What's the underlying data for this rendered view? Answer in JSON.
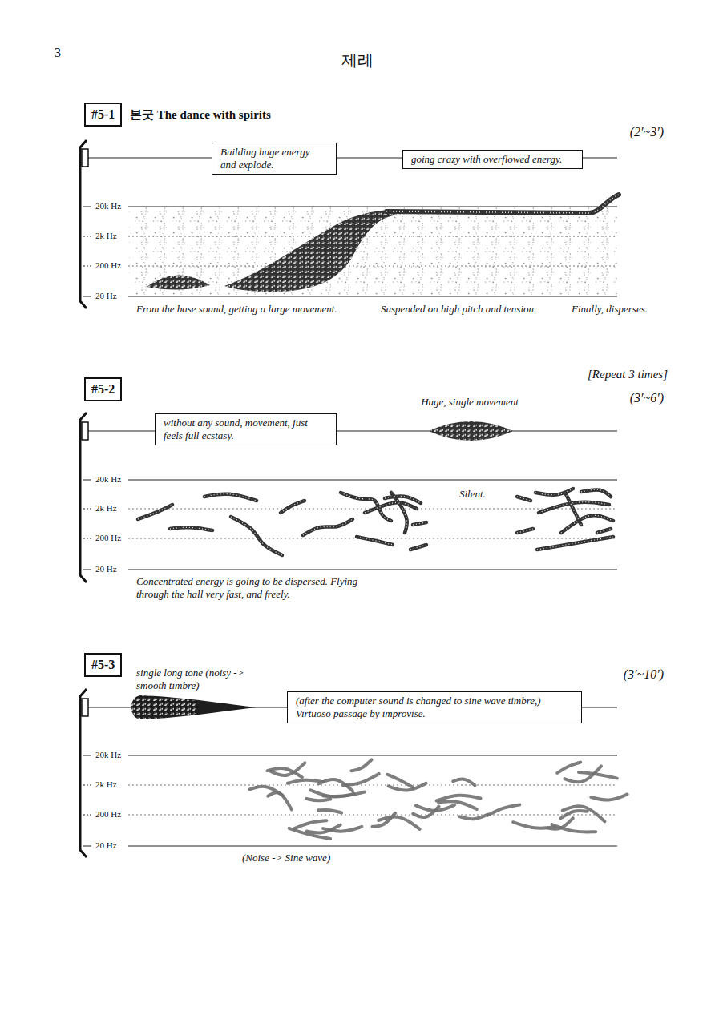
{
  "diagram": {
    "title": "제례",
    "nodes": [
      {
        "text": [
          "#5-1"
        ]
      },
      {
        "text": [
          "Building huge energy and explode."
        ]
      },
      {
        "text": [
          "going crazy with overflowed energy."
        ]
      },
      {
        "text": [
          "#5-2"
        ]
      },
      {
        "text": [
          "without any sound, movement, just feels full ecstasy."
        ]
      },
      {
        "text": [
          "#5-3"
        ]
      },
      {
        "text": [
          "(after the computer sound is changed to sine wave timbre,) Virtuoso passage by improvise."
        ]
      }
    ],
    "labels": [
      "3",
      "본굿 The dance with spirits",
      "(2′~3′)",
      "20k Hz",
      "2k Hz",
      "200 Hz",
      "20 Hz",
      "From the base sound, getting a large movement.",
      "Suspended on high pitch and tension.",
      "Finally, disperses.",
      "[Repeat 3 times]",
      "(3′~6′)",
      "Huge, single movement",
      "20k Hz",
      "2k Hz",
      "200 Hz",
      "20 Hz",
      "Silent.",
      "Concentrated energy is going to be dispersed. Flying through the hall very fast, and freely.",
      "single long tone (noisy -> smooth timbre)",
      "(3′~10′)",
      "20k Hz",
      "2k Hz",
      "200 Hz",
      "20 Hz",
      "(Noise -> Sine wave)"
    ]
  }
}
